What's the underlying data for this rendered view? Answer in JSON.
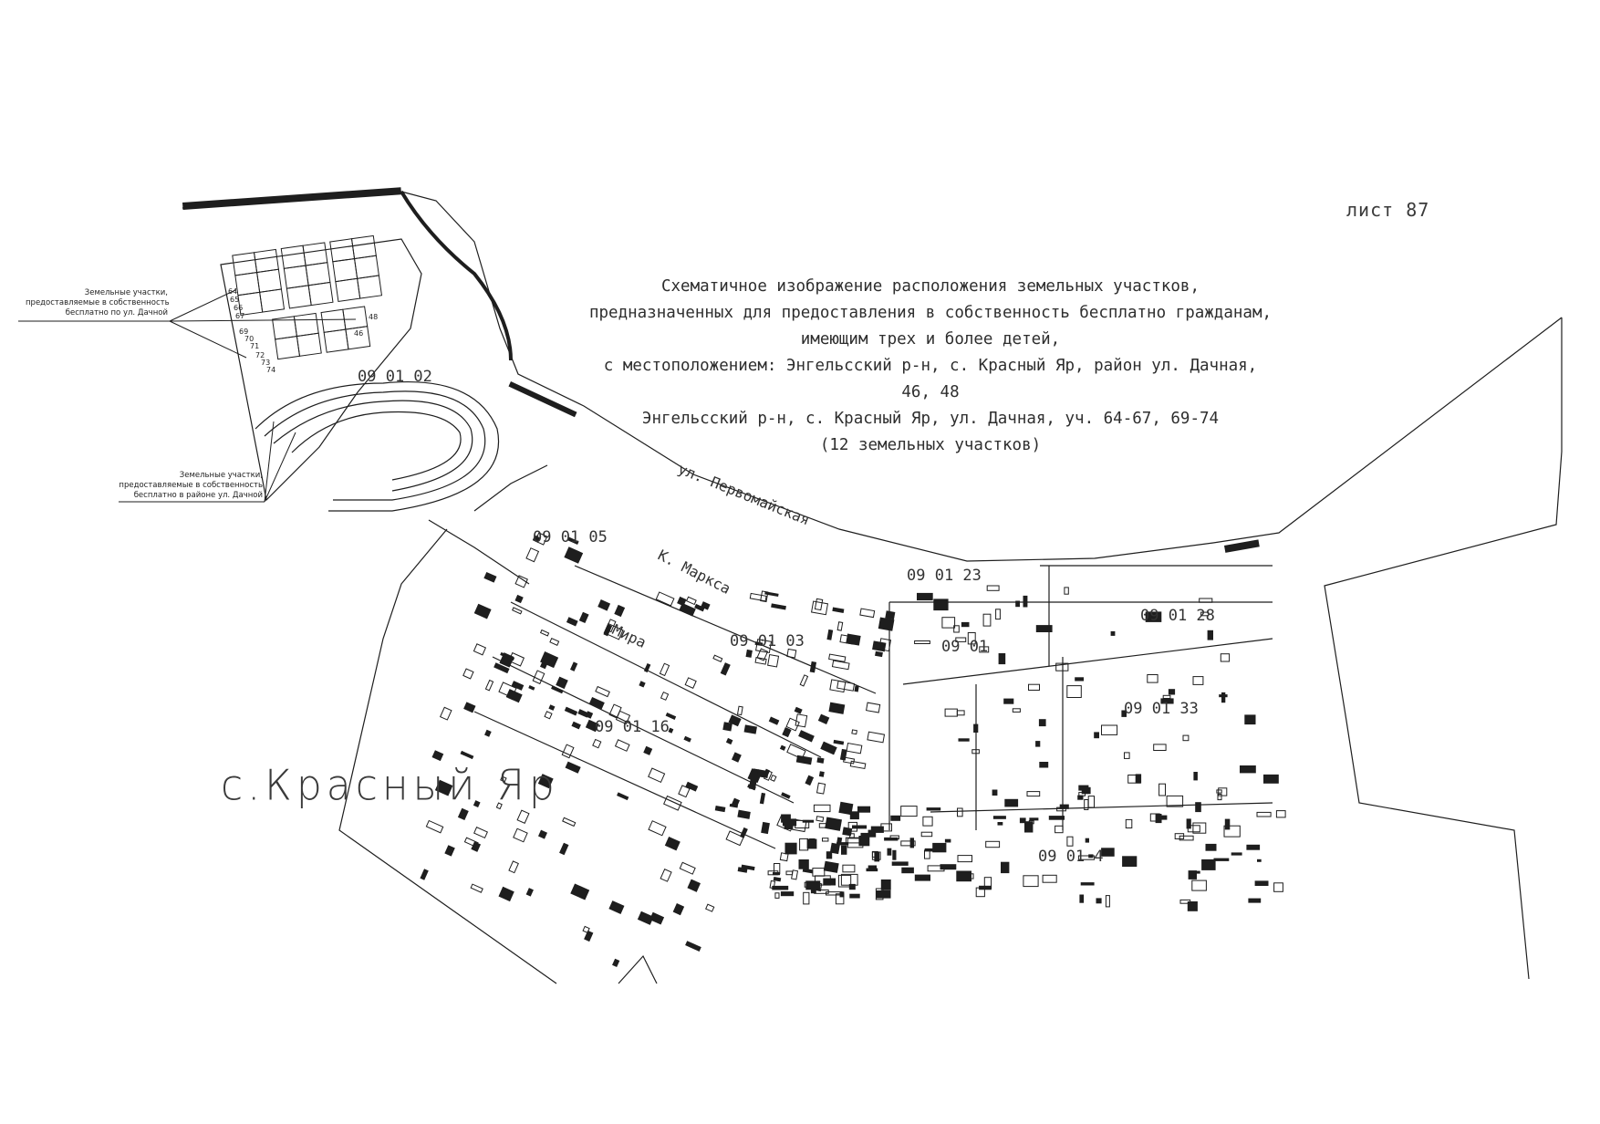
{
  "sheet": {
    "label": "лист 87"
  },
  "title": {
    "lines": [
      "Схематичное изображение расположения земельных участков,",
      "предназначенных для предоставления в собственность бесплатно гражданам,",
      "имеющим трех и более детей,",
      "с местоположением: Энгельсский р-н, с. Красный Яр, район ул. Дачная,",
      "46, 48",
      "Энгельсский р-н, с. Красный Яр, ул. Дачная, уч. 64-67, 69-74",
      "(12 земельных участков)"
    ]
  },
  "map": {
    "village_name": "с.Красный Яр",
    "callouts": [
      {
        "lines": [
          "Земельные участки,",
          "предоставляемые в собственность",
          "бесплатно по ул. Дачной"
        ]
      },
      {
        "lines": [
          "Земельные участки,",
          "предоставляемые в собственность",
          "бесплатно в районе ул. Дачной"
        ]
      }
    ],
    "quarters": [
      "09 01 02",
      "09 01 05",
      "09 01 23",
      "09 01 28",
      "09 01",
      "09 01 03",
      "09 01 33",
      "09 01 16",
      "09 01 4"
    ],
    "streets": [
      "ул. Первомайская",
      "К. Маркса",
      "Мира"
    ],
    "lots": [
      "64",
      "65",
      "66",
      "67",
      "69",
      "70",
      "71",
      "72",
      "73",
      "74",
      "46",
      "48"
    ]
  },
  "colors": {
    "ink": "#1e1e1e",
    "paper": "#ffffff"
  }
}
